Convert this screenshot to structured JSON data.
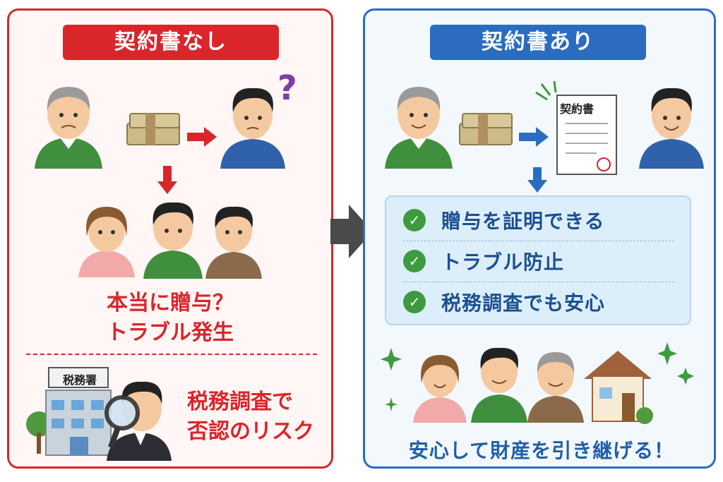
{
  "left_panel": {
    "title": "契約書なし",
    "message_line1": "本当に贈与？",
    "message_line2": "トラブル発生",
    "tax_office_sign": "税務署",
    "risk_line1": "税務調査で",
    "risk_line2": "否認のリスク",
    "question_mark": "?"
  },
  "right_panel": {
    "title": "契約書あり",
    "contract_label": "契約書",
    "benefits": [
      "贈与を証明できる",
      "トラブル防止",
      "税務調査でも安心"
    ],
    "footer": "安心して財産を引き継げる！"
  },
  "colors": {
    "red": "#d8262b",
    "blue": "#2b6cc0",
    "green_check": "#3e9a3e"
  },
  "icons": [
    "elderly-man-icon",
    "money-stack-icon",
    "arrow-right-icon",
    "arrow-down-icon",
    "son-icon",
    "question-icon",
    "family-member-icon",
    "tax-office-building-icon",
    "inspector-magnifier-icon",
    "contract-document-icon",
    "check-icon",
    "house-icon",
    "sparkle-icon",
    "big-arrow-icon"
  ]
}
